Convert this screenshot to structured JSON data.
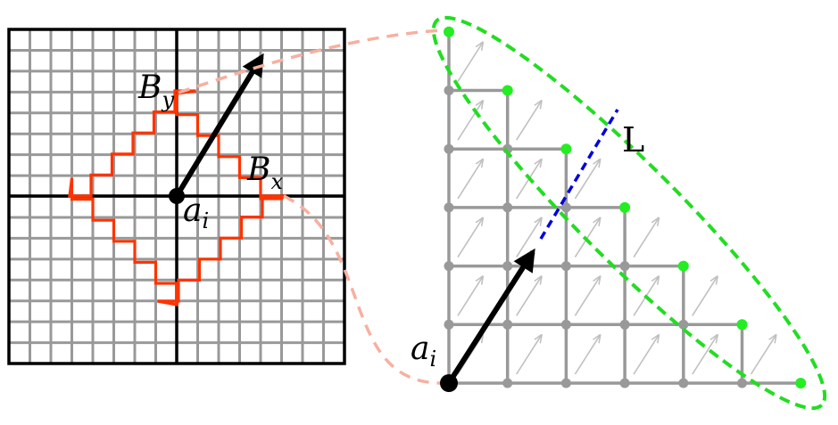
{
  "labels": {
    "by_main": "B",
    "by_sub": "y",
    "bx_main": "B",
    "bx_sub": "x",
    "ai_left_main": "a",
    "ai_left_sub": "i",
    "ai_right_main": "a",
    "ai_right_sub": "i",
    "line_label": "L"
  },
  "colors": {
    "grid": "#999999",
    "axes": "#000000",
    "boundary": "#ff3300",
    "connector": "#f7b0a0",
    "ellipse": "#22dd22",
    "line": "#0000dd",
    "points": "#22ee22",
    "small_arrows": "#c0c0c0"
  }
}
